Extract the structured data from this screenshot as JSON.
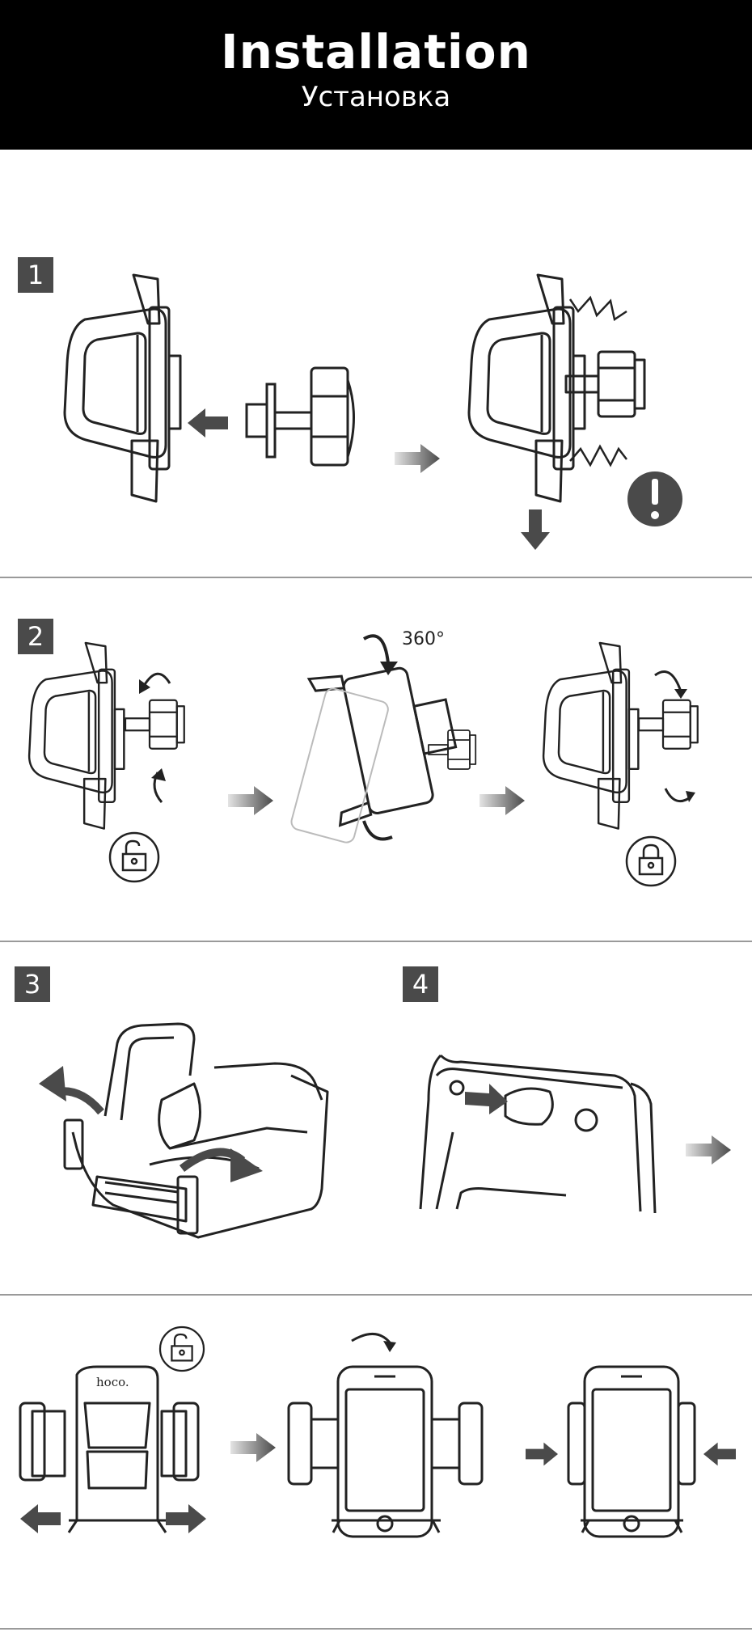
{
  "header": {
    "title": "Installation",
    "subtitle": "Установка"
  },
  "steps": [
    {
      "number": "1"
    },
    {
      "number": "2"
    },
    {
      "number": "3"
    },
    {
      "number": "4"
    }
  ],
  "rotation_label": "360°",
  "brand_logo_text": "hoco.",
  "colors": {
    "header_bg": "#000000",
    "badge_bg": "#4a4a4a",
    "line": "#222222",
    "arrow": "#4a4a4a",
    "divider": "#9a9a9a"
  }
}
